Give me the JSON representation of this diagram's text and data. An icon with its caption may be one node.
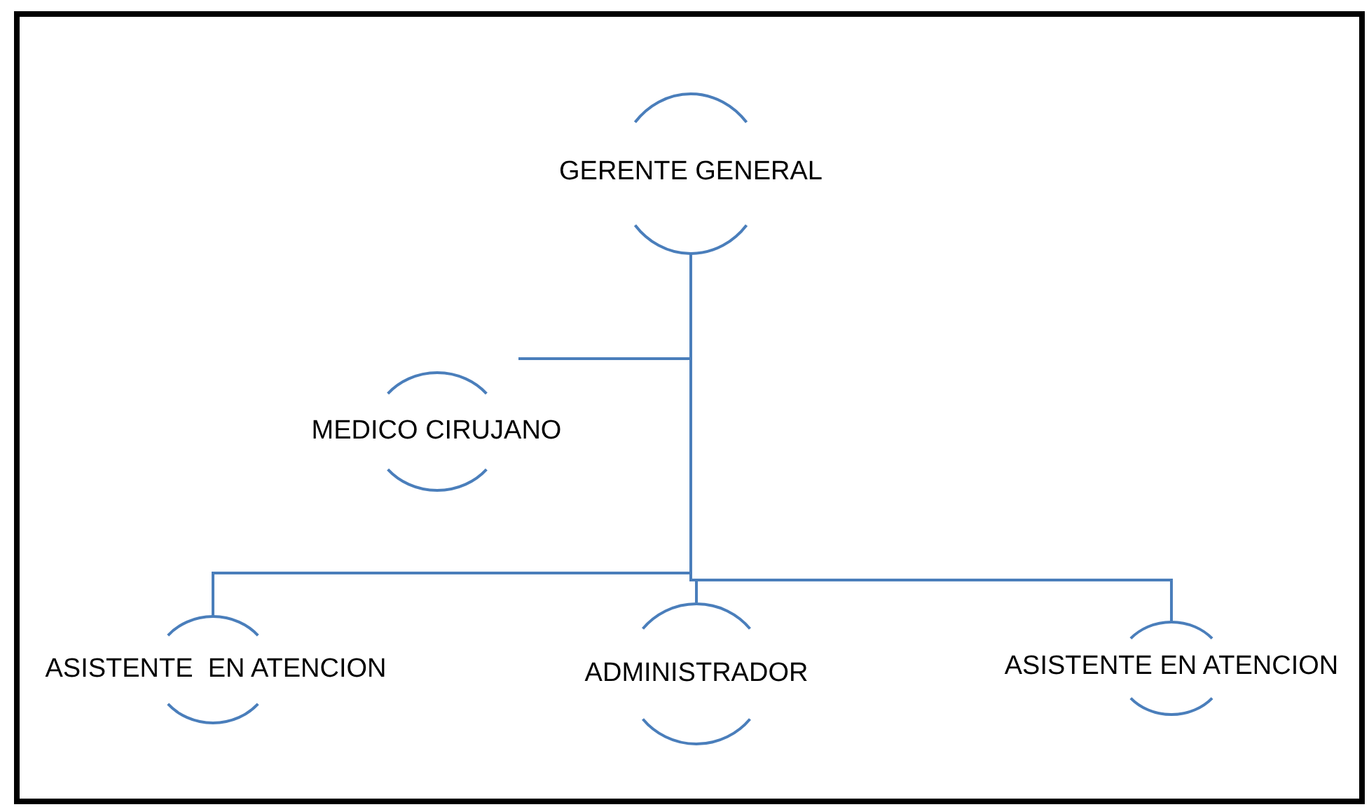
{
  "diagram": {
    "nodes": [
      {
        "text": [
          "GERENTE GENERAL"
        ]
      },
      {
        "text": [
          "MEDICO CIRUJANO"
        ]
      },
      {
        "text": [
          "ASISTENTE  EN ATENCION"
        ]
      },
      {
        "text": [
          "ADMINISTRADOR"
        ]
      },
      {
        "text": [
          "ASISTENTE EN ATENCION"
        ]
      }
    ],
    "edges": [
      {
        "from": 0,
        "to": 1,
        "arrow": "none"
      },
      {
        "from": 0,
        "to": 2,
        "arrow": "none"
      },
      {
        "from": 0,
        "to": 3,
        "arrow": "none"
      },
      {
        "from": 0,
        "to": 4,
        "arrow": "none"
      }
    ]
  }
}
